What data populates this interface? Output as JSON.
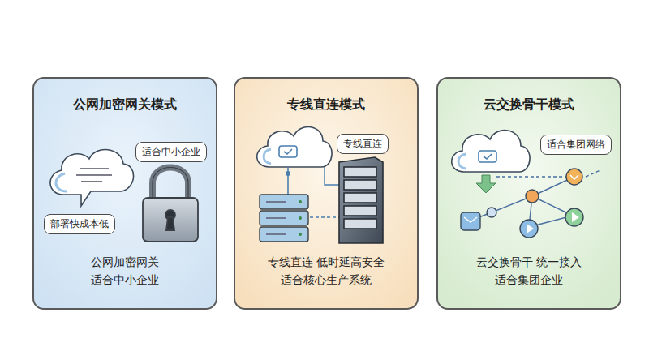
{
  "diagram": {
    "nodes": [
      {
        "text": [
          "公网加密网关模式",
          "公网加密网关 适合中小企业"
        ]
      },
      {
        "text": [
          "适合中小企业"
        ],
        "in": 0
      },
      {
        "text": [
          "部署快成本低"
        ],
        "in": 0
      },
      {
        "text": [
          "专线直连模式",
          "专线直连 低时延高安全 适合核心生产系统"
        ]
      },
      {
        "text": [
          "专线直连"
        ],
        "in": 3
      },
      {
        "text": [
          "云交换骨干模式",
          "云交换骨干 统一接入 适合集团企业"
        ]
      },
      {
        "text": [
          "适合集团网络"
        ],
        "in": 5
      }
    ]
  }
}
